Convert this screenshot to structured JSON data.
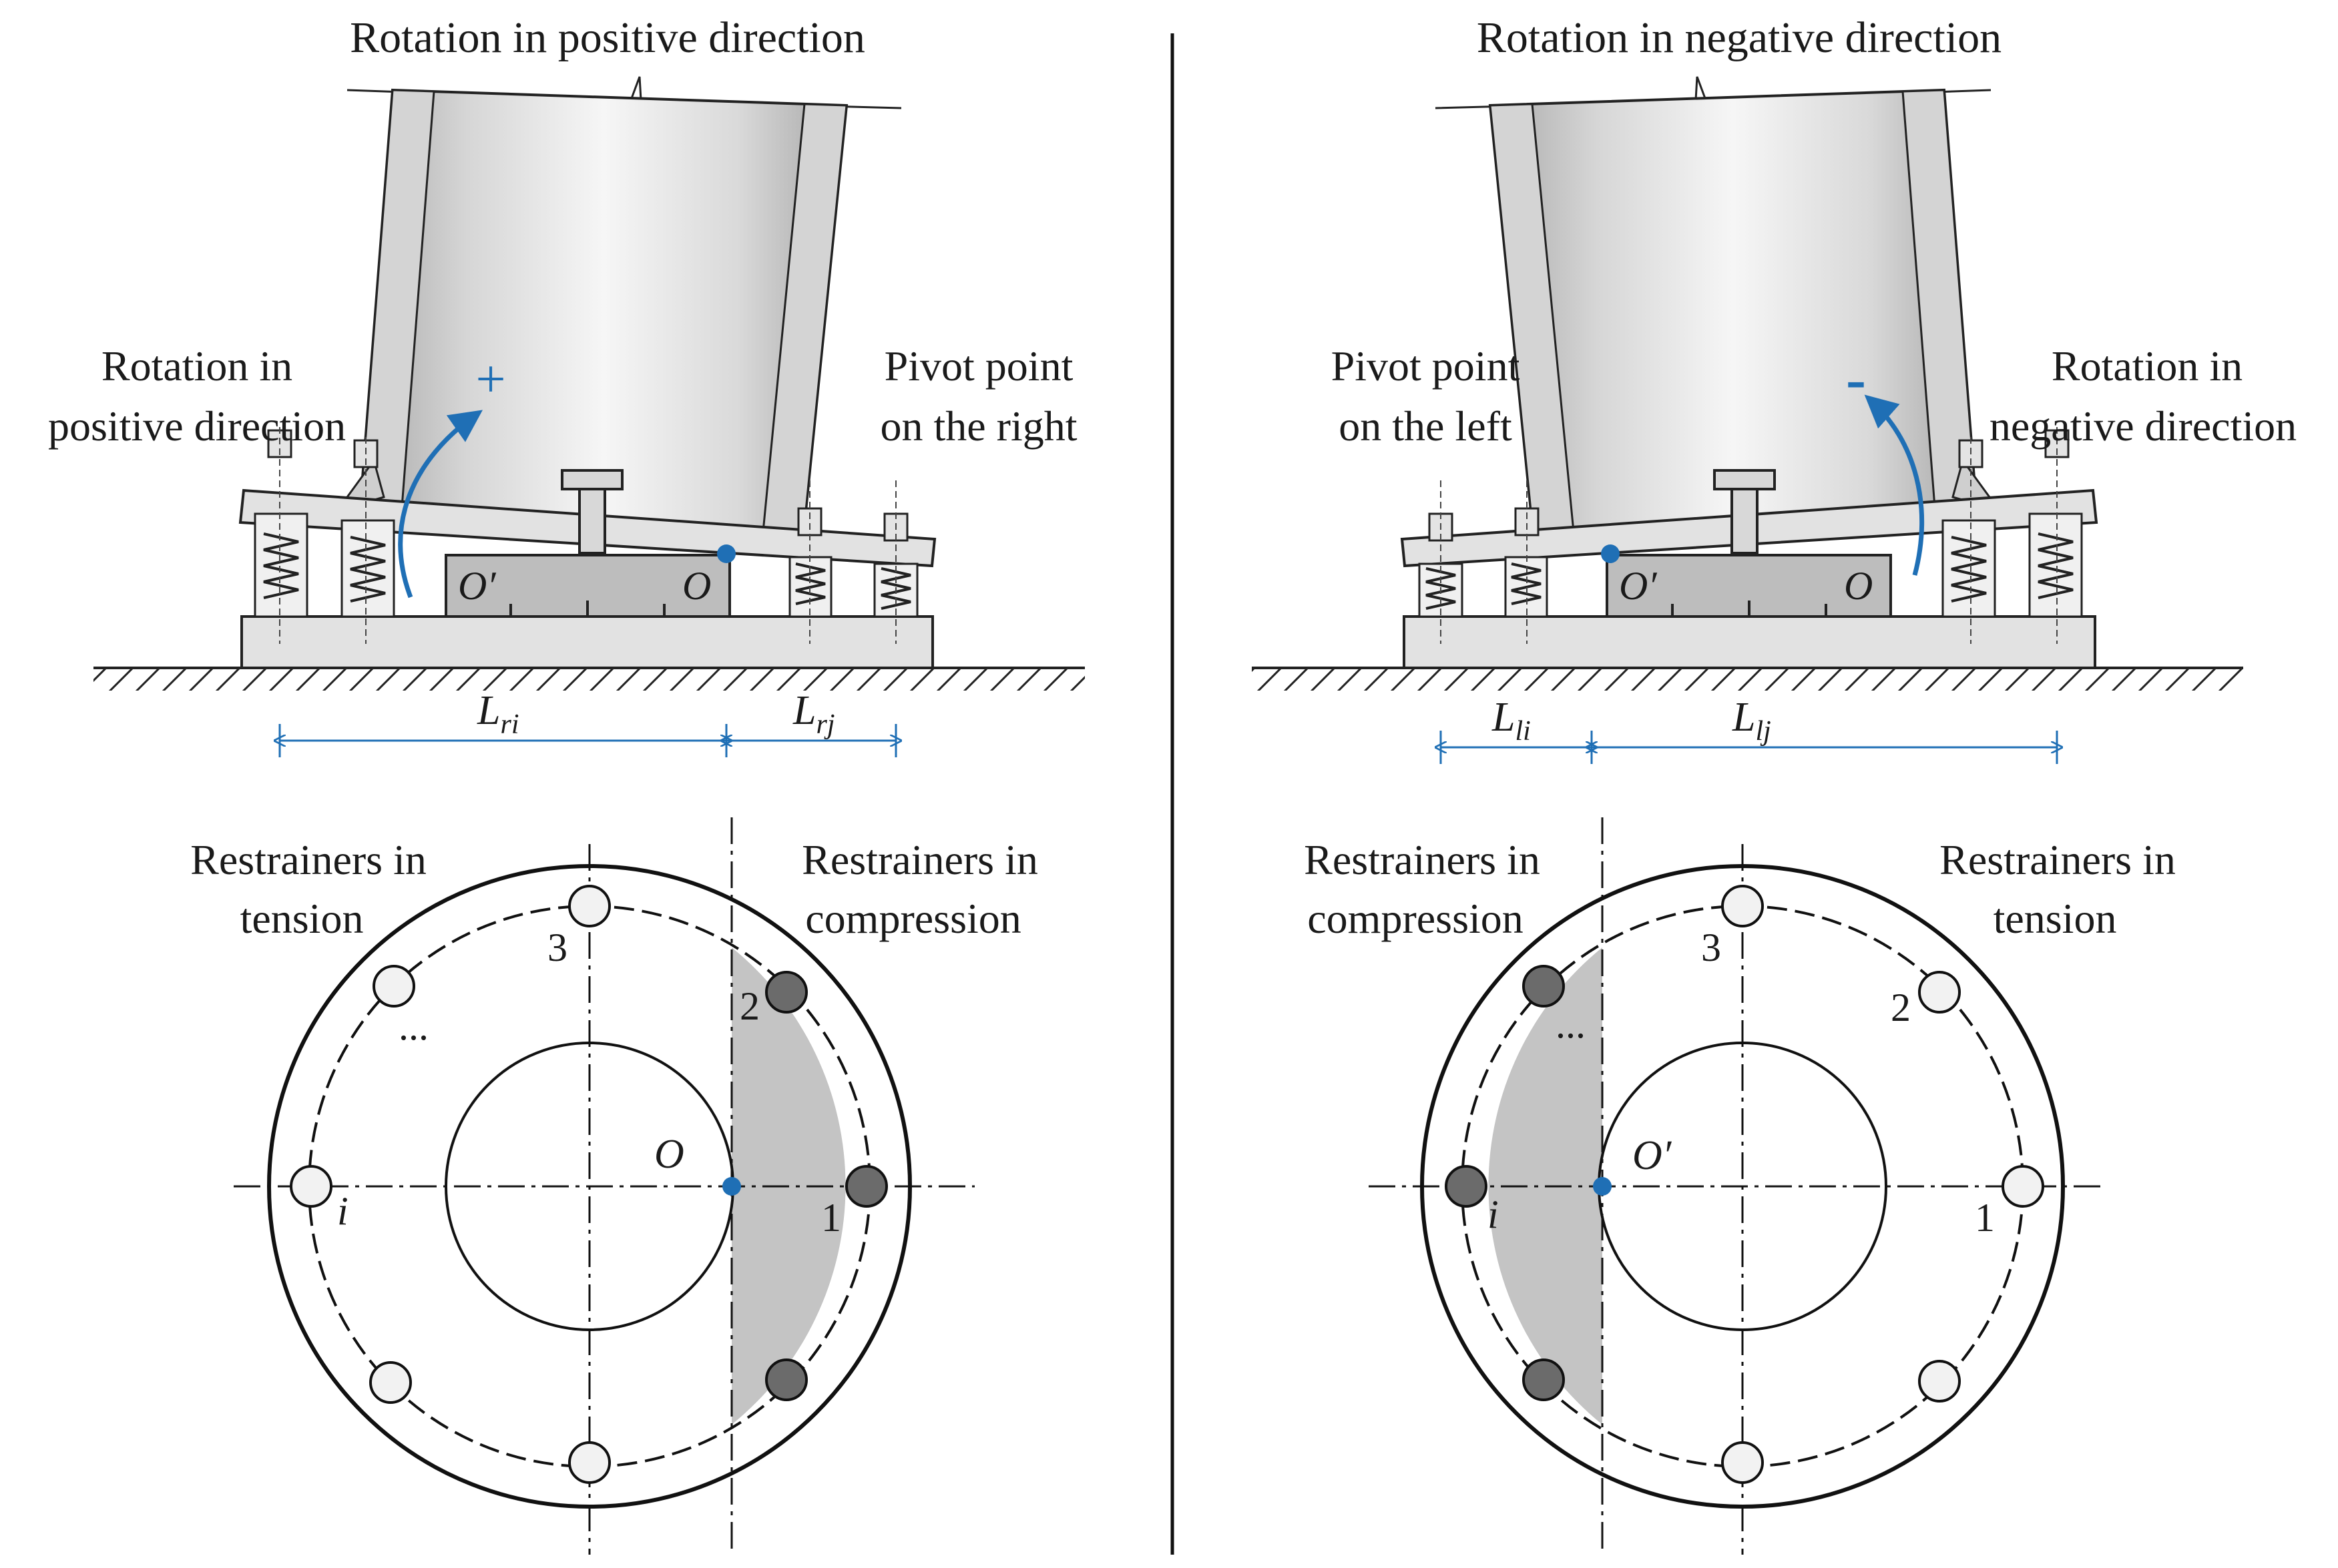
{
  "left_panel": {
    "title": "Rotation in positive direction",
    "rotation_label": [
      "Rotation in",
      "positive direction"
    ],
    "pivot_label": [
      "Pivot point",
      "on the right"
    ],
    "sign": "+",
    "point_a": "O′",
    "point_b": "O",
    "dim_1": {
      "main": "L",
      "sub": "ri"
    },
    "dim_2": {
      "main": "L",
      "sub": "rj"
    },
    "tension_label": [
      "Restrainers in",
      "tension"
    ],
    "compression_label": [
      "Restrainers in",
      "compression"
    ],
    "plan_center": "O",
    "bolt_labels": {
      "one": "1",
      "two": "2",
      "three": "3",
      "ellipsis": "...",
      "i": "i"
    }
  },
  "right_panel": {
    "title": "Rotation in negative direction",
    "pivot_label": [
      "Pivot point",
      "on the left"
    ],
    "rotation_label": [
      "Rotation in",
      "negative direction"
    ],
    "sign": "-",
    "point_a": "O′",
    "point_b": "O",
    "dim_1": {
      "main": "L",
      "sub": "li"
    },
    "dim_2": {
      "main": "L",
      "sub": "lj"
    },
    "compression_label": [
      "Restrainers in",
      "compression"
    ],
    "tension_label": [
      "Restrainers in",
      "tension"
    ],
    "plan_center": "O′",
    "bolt_labels": {
      "one": "1",
      "two": "2",
      "three": "3",
      "ellipsis": "...",
      "i": "i"
    }
  },
  "colors": {
    "accent_blue": "#1f6fb5",
    "compression_fill": "#c4c4c4",
    "bolt_compression": "#6b6b6b",
    "bolt_tension": "#f2f2f2",
    "steel_light": "#e6e6e6",
    "steel_dark": "#bdbdbd"
  }
}
